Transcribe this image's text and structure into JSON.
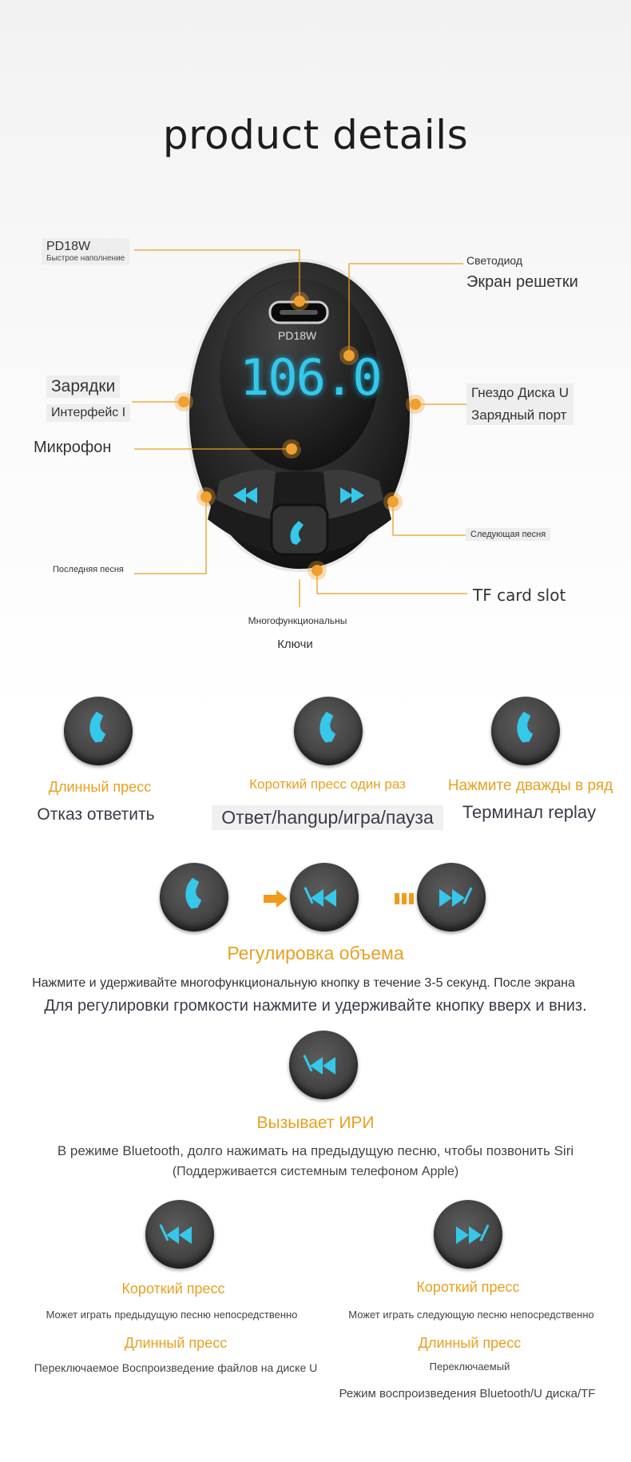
{
  "header": {
    "title": "product details"
  },
  "device": {
    "port_label": "PD18W",
    "display_value": "106.0"
  },
  "callouts": {
    "pd18w_title": "PD18W",
    "pd18w_sub": "Быстрое наполнение",
    "led_title": "Светодиод",
    "led_sub": "Экран решетки",
    "charging_title": "Зарядки",
    "charging_sub": "Интерфейс I",
    "usb_title": "Гнездо Диска U",
    "usb_sub": "Зарядный порт",
    "mic": "Микрофон",
    "next_song": "Следующая песня",
    "last_song": "Последняя песня",
    "tf_slot": "TF card slot",
    "multi_title": "Многофункциональны",
    "multi_sub": "Ключи"
  },
  "call_modes": [
    {
      "action": "Длинный пресс",
      "result": "Отказ ответить"
    },
    {
      "action": "Короткий пресс один раз",
      "result": "Ответ/hangup/игра/пауза"
    },
    {
      "action": "Нажмите дважды в ряд",
      "result": "Терминал replay"
    }
  ],
  "volume": {
    "title": "Регулировка объема",
    "line1": "Нажмите и удерживайте многофункциональную кнопку в течение 3-5 секунд. После экрана",
    "line2": "Для регулировки громкости нажмите и удерживайте кнопку вверх и вниз."
  },
  "siri": {
    "title": "Вызывает ИРИ",
    "line1": "В режиме Bluetooth, долго нажимать на предыдущую песню, чтобы позвонить Siri",
    "line2": "(Поддерживается системным телефоном Apple)"
  },
  "prev_button": {
    "short_title": "Короткий пресс",
    "short_desc": "Может играть предыдущую песню непосредственно",
    "long_title": "Длинный пресс",
    "long_desc": "Переключаемое Воспроизведение файлов на диске U"
  },
  "next_button": {
    "short_title": "Короткий пресс",
    "short_desc": "Может играть следующую песню непосредственно",
    "long_title": "Длинный пресс",
    "long_desc1": "Переключаемый",
    "long_desc2": "Режим воспроизведения Bluetooth/U диска/TF"
  },
  "colors": {
    "accent": "#e8a020",
    "glow": "#35c8ea",
    "text_dark": "#3a3a4a"
  },
  "icons": [
    "phone-icon",
    "prev-icon",
    "next-icon",
    "arrow-right-icon",
    "dashes-icon"
  ]
}
